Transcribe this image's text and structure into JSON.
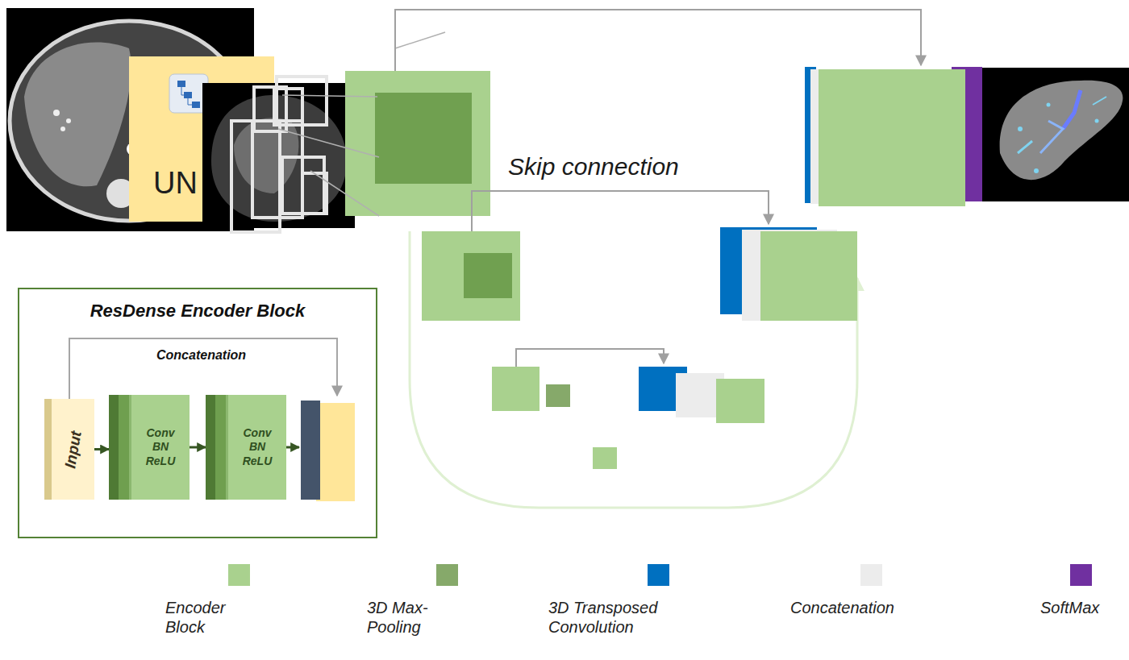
{
  "diagram": {
    "nodes": [
      {
        "text": [
          "UN"
        ]
      },
      {
        "text": [
          "ResDense Encoder Block"
        ]
      },
      {
        "text": [
          "Input"
        ],
        "in": 1
      },
      {
        "text": [
          "Conv BN ReLU"
        ],
        "in": 1
      },
      {
        "text": [
          "Conv BN ReLU"
        ],
        "in": 1
      }
    ],
    "edges": [
      {
        "from": 2,
        "to": 3,
        "arrow": "to"
      },
      {
        "from": 3,
        "to": 4,
        "arrow": "to"
      }
    ],
    "labels": [
      "Skip connection",
      "Concatenation"
    ],
    "legend": [
      {
        "text": "Encoder Block",
        "color": "#a9d18e"
      },
      {
        "text": "3D Max-Pooling",
        "color": "#86a96a"
      },
      {
        "text": "3D Transposed Convolution",
        "color": "#0070c0"
      },
      {
        "text": "Concatenation",
        "color": "#ececec"
      },
      {
        "text": "SoftMax",
        "color": "#7030a0"
      }
    ]
  }
}
